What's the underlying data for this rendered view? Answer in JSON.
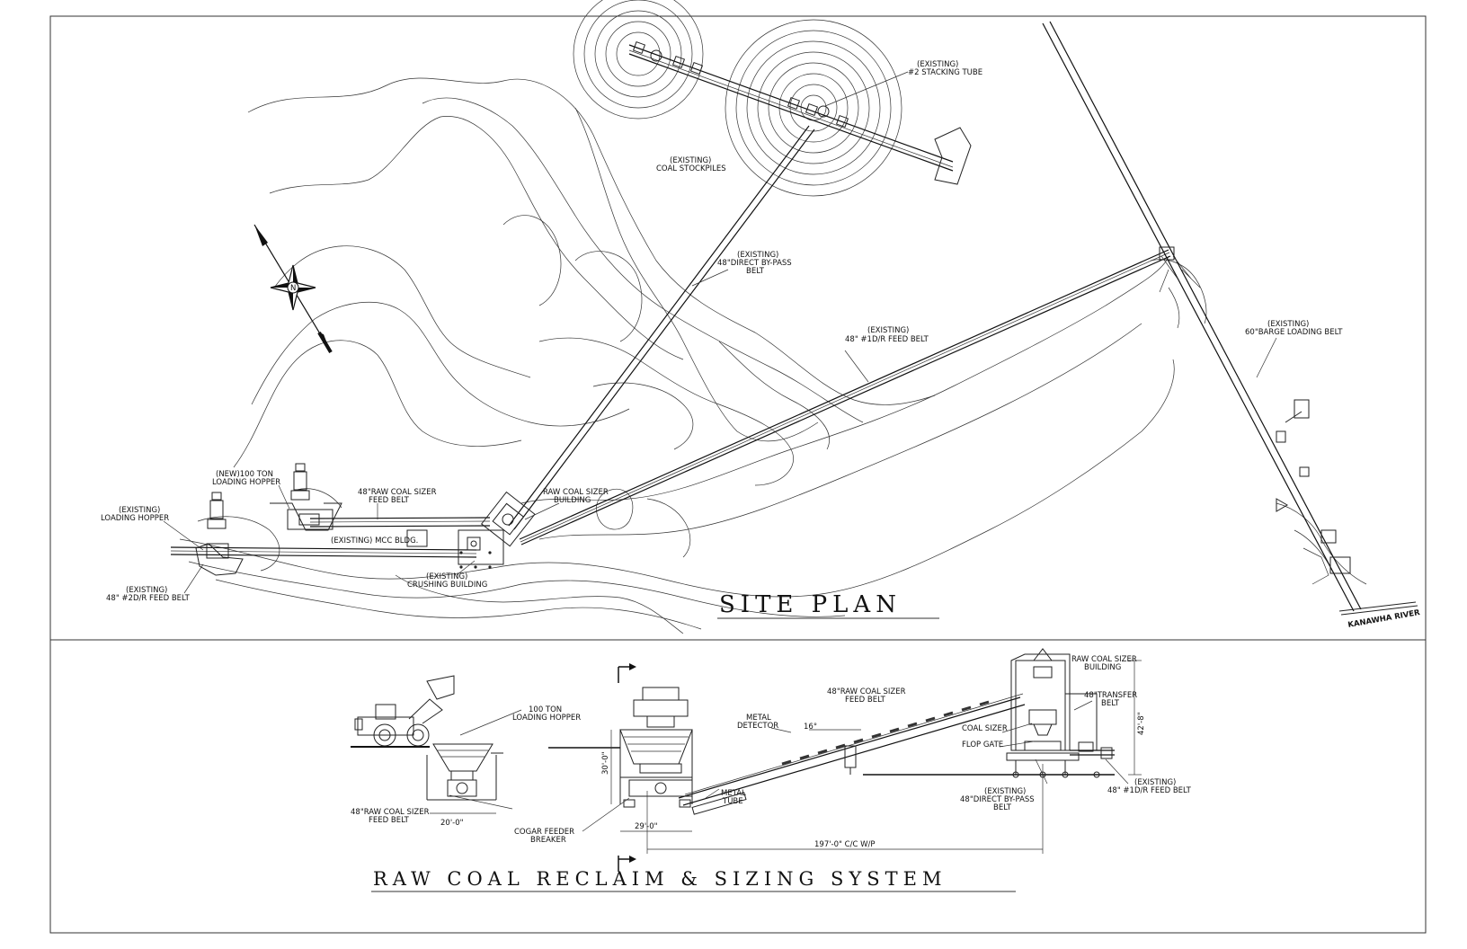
{
  "site_plan": {
    "title": "SITE PLAN",
    "labels": {
      "stacking_tube_1": "(EXISTING)",
      "stacking_tube_2": "#2 STACKING TUBE",
      "stockpiles_1": "(EXISTING)",
      "stockpiles_2": "COAL STOCKPILES",
      "bypass_1": "(EXISTING)",
      "bypass_2": "48\"DIRECT BY-PASS",
      "bypass_3": "BELT",
      "feed1d_1": "(EXISTING)",
      "feed1d_2": "48\" #1D/R FEED BELT",
      "barge_1": "(EXISTING)",
      "barge_2": "60\"BARGE LOADING BELT",
      "new_hopper_1": "(NEW)100 TON",
      "new_hopper_2": "LOADING HOPPER",
      "sizer_feed_1": "48\"RAW COAL SIZER",
      "sizer_feed_2": "FEED BELT",
      "sizer_bldg_1": "RAW COAL SIZER",
      "sizer_bldg_2": "BUILDING",
      "exist_hopper_1": "(EXISTING)",
      "exist_hopper_2": "LOADING HOPPER",
      "mcc": "(EXISTING) MCC BLDG.",
      "crushing_1": "(EXISTING)",
      "crushing_2": "CRUSHING BUILDING",
      "feed2d_1": "(EXISTING)",
      "feed2d_2": "48\" #2D/R FEED BELT",
      "river": "KANAWHA RIVER",
      "north": "N"
    }
  },
  "elevation": {
    "title": "RAW COAL RECLAIM & SIZING SYSTEM",
    "labels": {
      "hopper_1": "100 TON",
      "hopper_2": "LOADING HOPPER",
      "sizer_feed_1": "48\"RAW COAL SIZER",
      "sizer_feed_2": "FEED BELT",
      "dim_20": "20'-0\"",
      "cogar_1": "COGAR FEEDER",
      "cogar_2": "BREAKER",
      "dim_30": "30'-0\"",
      "dim_29": "29'-0\"",
      "metal_det_1": "METAL",
      "metal_det_2": "DETECTOR",
      "metal_tube_1": "METAL",
      "metal_tube_2": "TUBE",
      "angle": "16°",
      "belt_1": "48\"RAW COAL SIZER",
      "belt_2": "FEED BELT",
      "bldg_1": "RAW COAL SIZER",
      "bldg_2": "BUILDING",
      "transfer_1": "48\"TRANSFER",
      "transfer_2": "BELT",
      "coal_sizer": "COAL SIZER",
      "flop_gate": "FLOP GATE",
      "dim_42": "42'-8\"",
      "bypass_1": "(EXISTING)",
      "bypass_2": "48\"DIRECT BY-PASS",
      "bypass_3": "BELT",
      "feed1d_1": "(EXISTING)",
      "feed1d_2": "48\" #1D/R FEED BELT",
      "dim_197": "197'-0\" C/C W/P"
    }
  }
}
